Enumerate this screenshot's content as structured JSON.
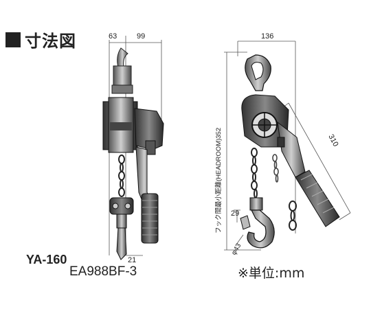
{
  "section": {
    "title": "寸法図",
    "title_marker": "square-bullet"
  },
  "side_view": {
    "dim_top_left": "63",
    "dim_top_right": "99",
    "dim_bottom": "21"
  },
  "front_view": {
    "dim_width": "136",
    "dim_handle": "310",
    "dim_headroom": "フック間最小距離(HEADROOM)352",
    "dim_hook_opening": "29",
    "dim_hook_diameter": "φ43"
  },
  "labels": {
    "model_1": "YA-160",
    "model_2": "EA988BF-3",
    "unit_note": "※単位:mm"
  }
}
